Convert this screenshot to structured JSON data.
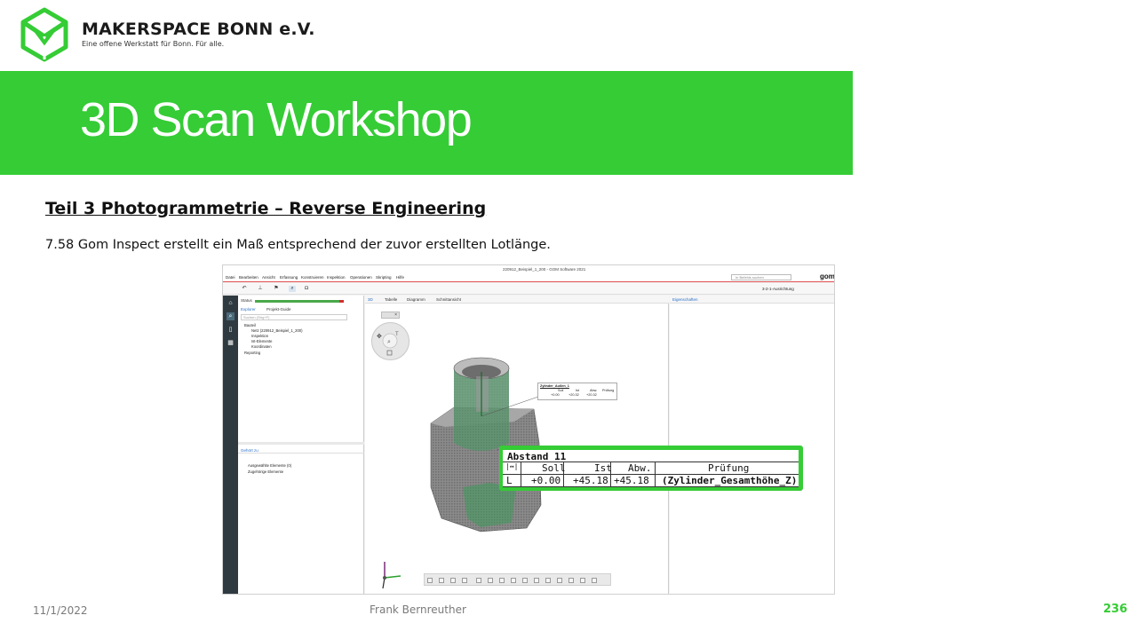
{
  "header": {
    "brand_name": "MAKERSPACE BONN e.V.",
    "brand_tagline": "Eine offene Werkstatt für Bonn. Für alle.",
    "logo_color": "#35cc35"
  },
  "banner": {
    "title": "3D Scan Workshop",
    "color": "#35cc35"
  },
  "content": {
    "section_heading": "Teil 3  Photogrammetrie  – Reverse Engineering",
    "step_text": "7.58 Gom Inspect erstellt ein Maß entsprechend der zuvor erstellten Lotlänge."
  },
  "screenshot": {
    "window_title": "220912_Beispiel_1_200 - GOM Software 2021",
    "menu": [
      "Datei",
      "Bearbeiten",
      "Ansicht",
      "Erfassung",
      "Konstruieren",
      "Inspektion",
      "Operationen",
      "Skripting",
      "Hilfe"
    ],
    "quick_search_placeholder": "In Befehls suchen",
    "gom_logo": "gom",
    "alignment_label": "3-2-1-Ausrichtung",
    "status_label": "Status",
    "explorer_tabs": [
      "Explorer",
      "Projekt-Guide"
    ],
    "search_placeholder": "Suchen (Strg+F)",
    "tree": [
      "Bauteil",
      "Netz (220912_Beispiel_1_200)",
      "Inspektion",
      "Ist-Elemente",
      "Koordinaten",
      "Reporting"
    ],
    "lower_panel_tab": "Gehört zu",
    "lower_panel_items": [
      "Ausgewählte Elemente (0)",
      "Zugehörige Elemente"
    ],
    "viewport_tabs": [
      "3D",
      "Tabelle",
      "Diagramm",
      "Schnittansicht"
    ],
    "properties_tab": "Eigenschaften",
    "small_label": {
      "title": "Zylinder_Außen_1",
      "headers": [
        "Soll",
        "Ist",
        "Abw.",
        "Prüfung"
      ],
      "values": [
        "+0.00",
        "+20.32",
        "+20.32"
      ]
    },
    "measurement": {
      "title": "Abstand 11",
      "headers": [
        "Soll",
        "Ist",
        "Abw.",
        "Prüfung"
      ],
      "row_label": "L",
      "soll": "+0.00",
      "ist": "+45.18",
      "abw": "+45.18",
      "pruefung": "(Zylinder_Gesamthöhe_Z)",
      "highlight_color": "#35cc35"
    }
  },
  "footer": {
    "date": "11/1/2022",
    "author": "Frank Bernreuther",
    "page_number": "236"
  }
}
